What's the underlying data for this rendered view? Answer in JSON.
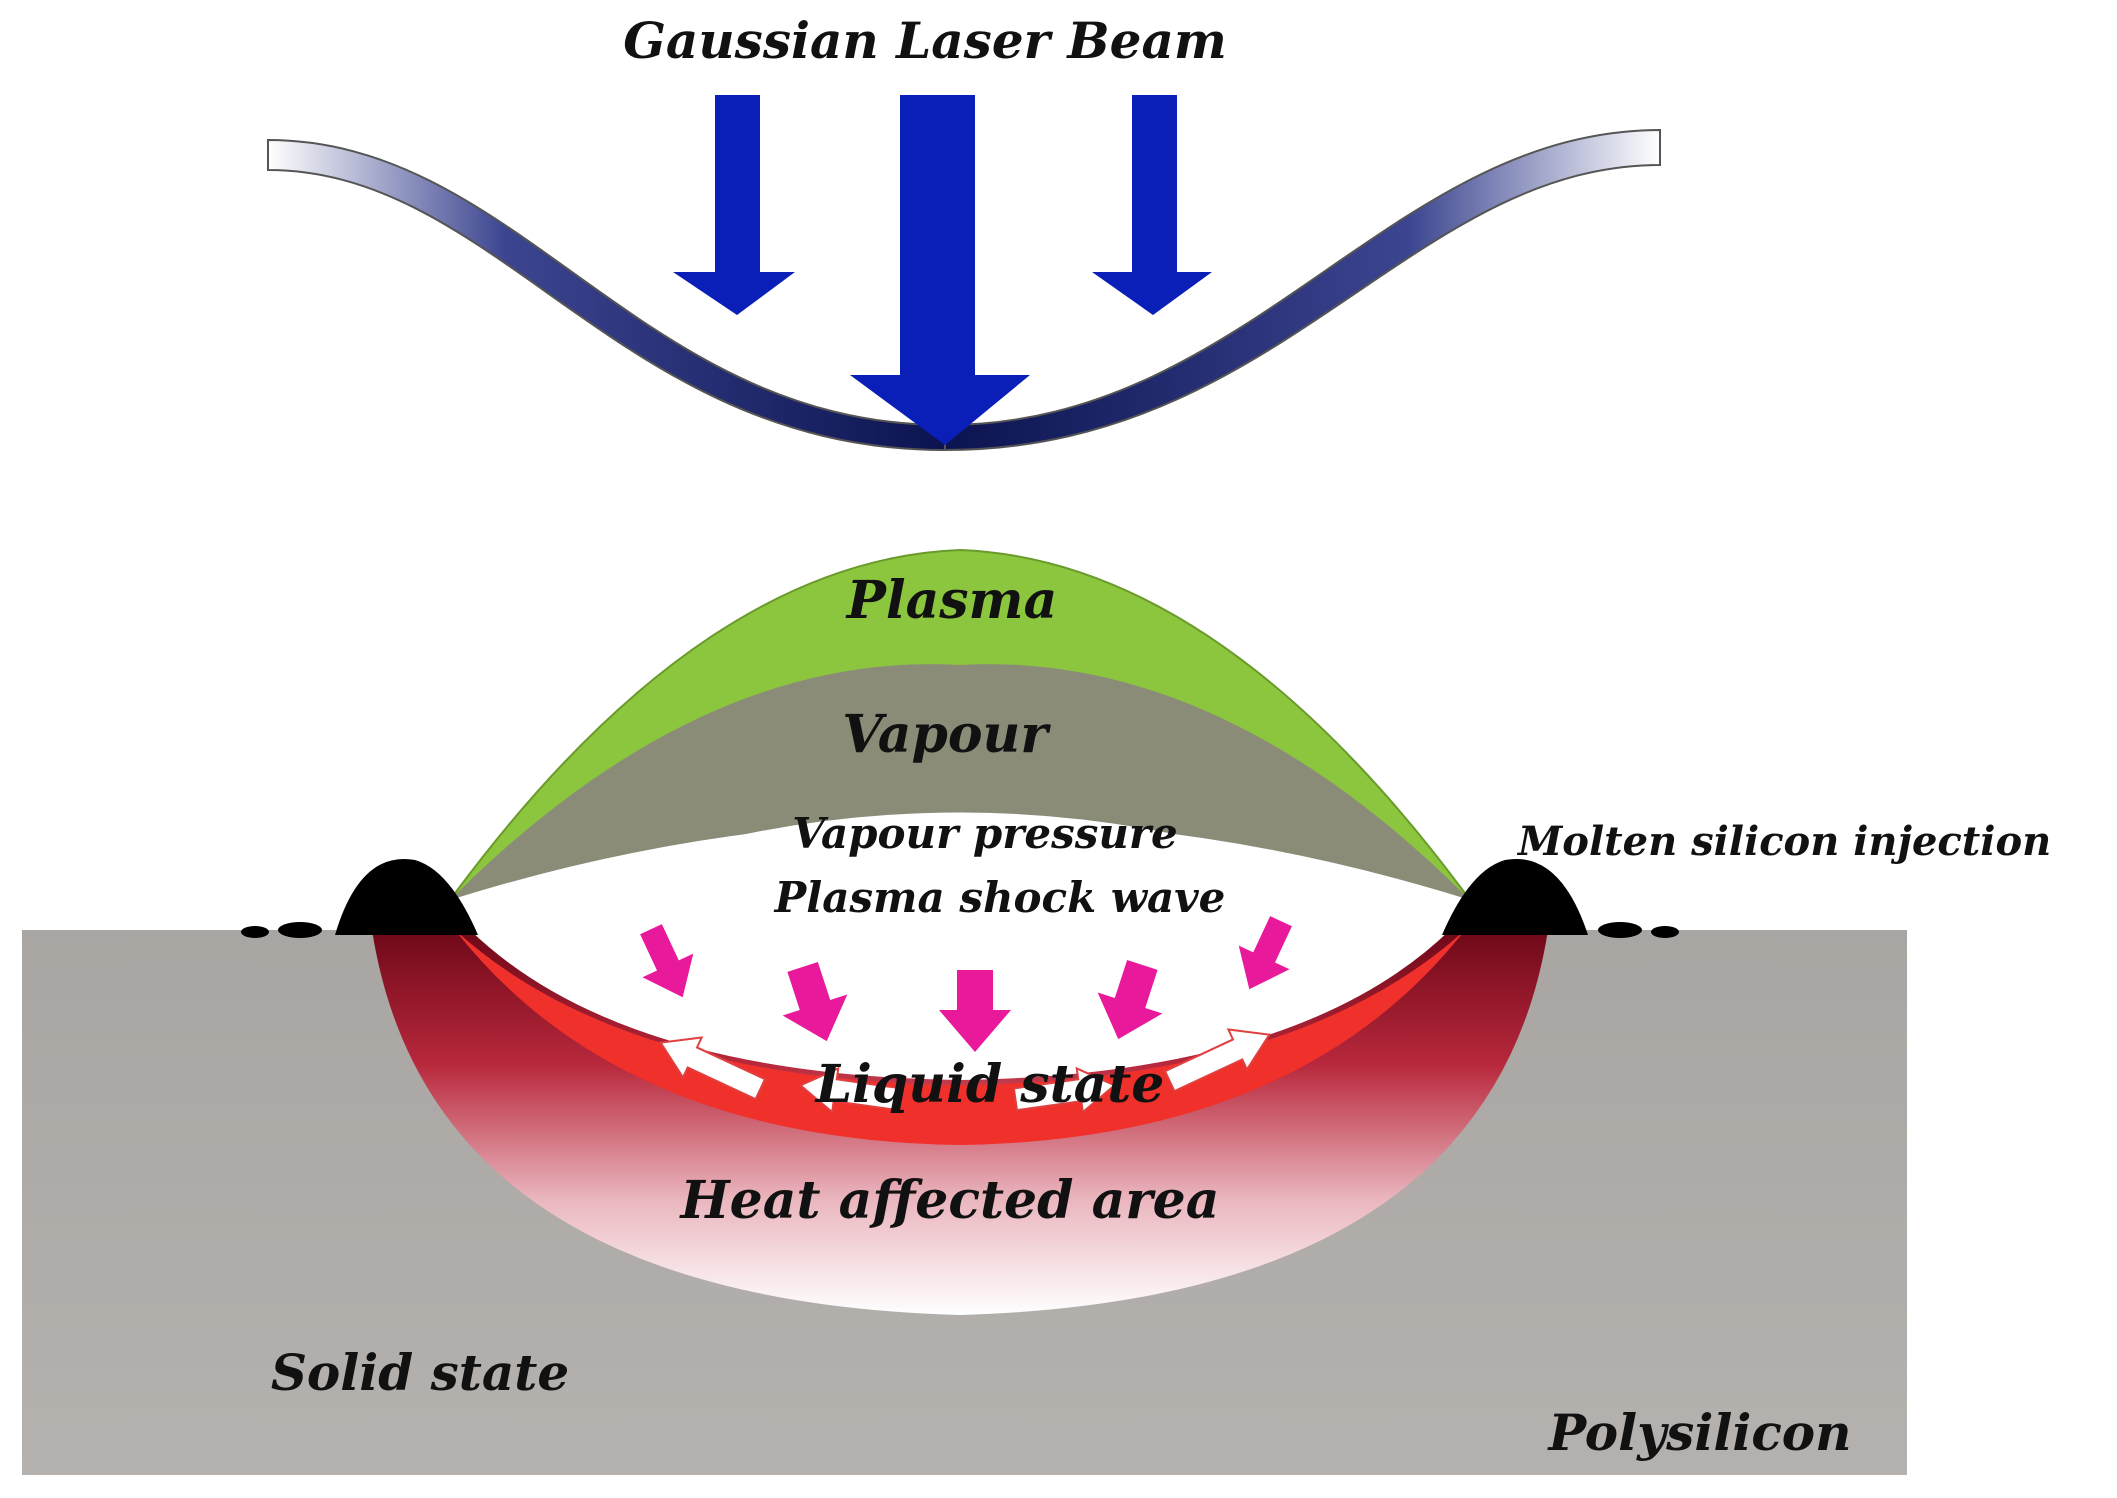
{
  "labels": {
    "beam": "Gaussian Laser Beam",
    "plasma": "Plasma",
    "vapour": "Vapour",
    "vapour_pressure": "Vapour pressure",
    "shock_wave": "Plasma shock wave",
    "molten_injection": "Molten silicon injection",
    "liquid": "Liquid state",
    "heat_area": "Heat affected area",
    "solid": "Solid state",
    "material": "Polysilicon"
  },
  "colors": {
    "beam_arrow": "#0a1fb8",
    "beam_curve_dark": "#0c1450",
    "plasma": "#8cc63f",
    "vapour": "#8b8c78",
    "liquid": "#f0302a",
    "heat_top": "#7a0a1c",
    "heat_bottom": "#ffffff",
    "substrate": "#b2aeab",
    "shock_arrow": "#e8199a",
    "splash": "#000000"
  },
  "icons": [
    "down-arrow-icon",
    "shock-arrow-icon",
    "flow-arrow-icon"
  ]
}
